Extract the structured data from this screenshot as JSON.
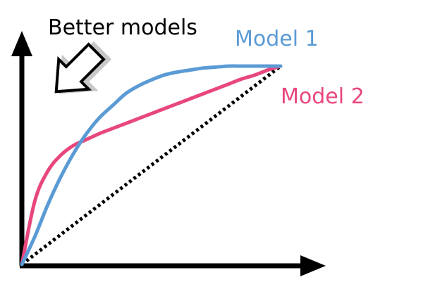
{
  "chart_data": {
    "type": "line",
    "title": "",
    "xlabel": "",
    "ylabel": "",
    "xlim": [
      0,
      1
    ],
    "ylim": [
      0,
      1
    ],
    "grid": false,
    "annotation": {
      "text": "Better models",
      "arrow_direction": "up-left",
      "color": "#000000"
    },
    "series": [
      {
        "name": "Model 1",
        "color": "#5B9BD5",
        "x": [
          0.0,
          0.05,
          0.1,
          0.15,
          0.2,
          0.25,
          0.3,
          0.35,
          0.4,
          0.45,
          0.5,
          0.55,
          0.6,
          0.65,
          0.7,
          0.75,
          0.8,
          0.85,
          0.9,
          0.95,
          1.0
        ],
        "y": [
          0.0,
          0.14,
          0.3,
          0.44,
          0.56,
          0.66,
          0.74,
          0.8,
          0.86,
          0.9,
          0.93,
          0.955,
          0.97,
          0.98,
          0.99,
          0.995,
          1.0,
          1.0,
          1.0,
          1.0,
          1.0
        ]
      },
      {
        "name": "Model 2",
        "color": "#E8477E",
        "x": [
          0.0,
          0.05,
          0.1,
          0.15,
          0.2,
          0.25,
          0.3,
          0.35,
          0.4,
          0.45,
          0.5,
          0.55,
          0.6,
          0.65,
          0.7,
          0.75,
          0.8,
          0.85,
          0.9,
          0.95,
          1.0
        ],
        "y": [
          0.0,
          0.32,
          0.47,
          0.55,
          0.6,
          0.63,
          0.66,
          0.685,
          0.71,
          0.735,
          0.76,
          0.785,
          0.81,
          0.835,
          0.86,
          0.885,
          0.91,
          0.935,
          0.955,
          0.98,
          1.0
        ]
      },
      {
        "name": "",
        "color": "#000000",
        "style": "dotted",
        "x": [
          0,
          1
        ],
        "y": [
          0,
          1
        ]
      }
    ]
  }
}
